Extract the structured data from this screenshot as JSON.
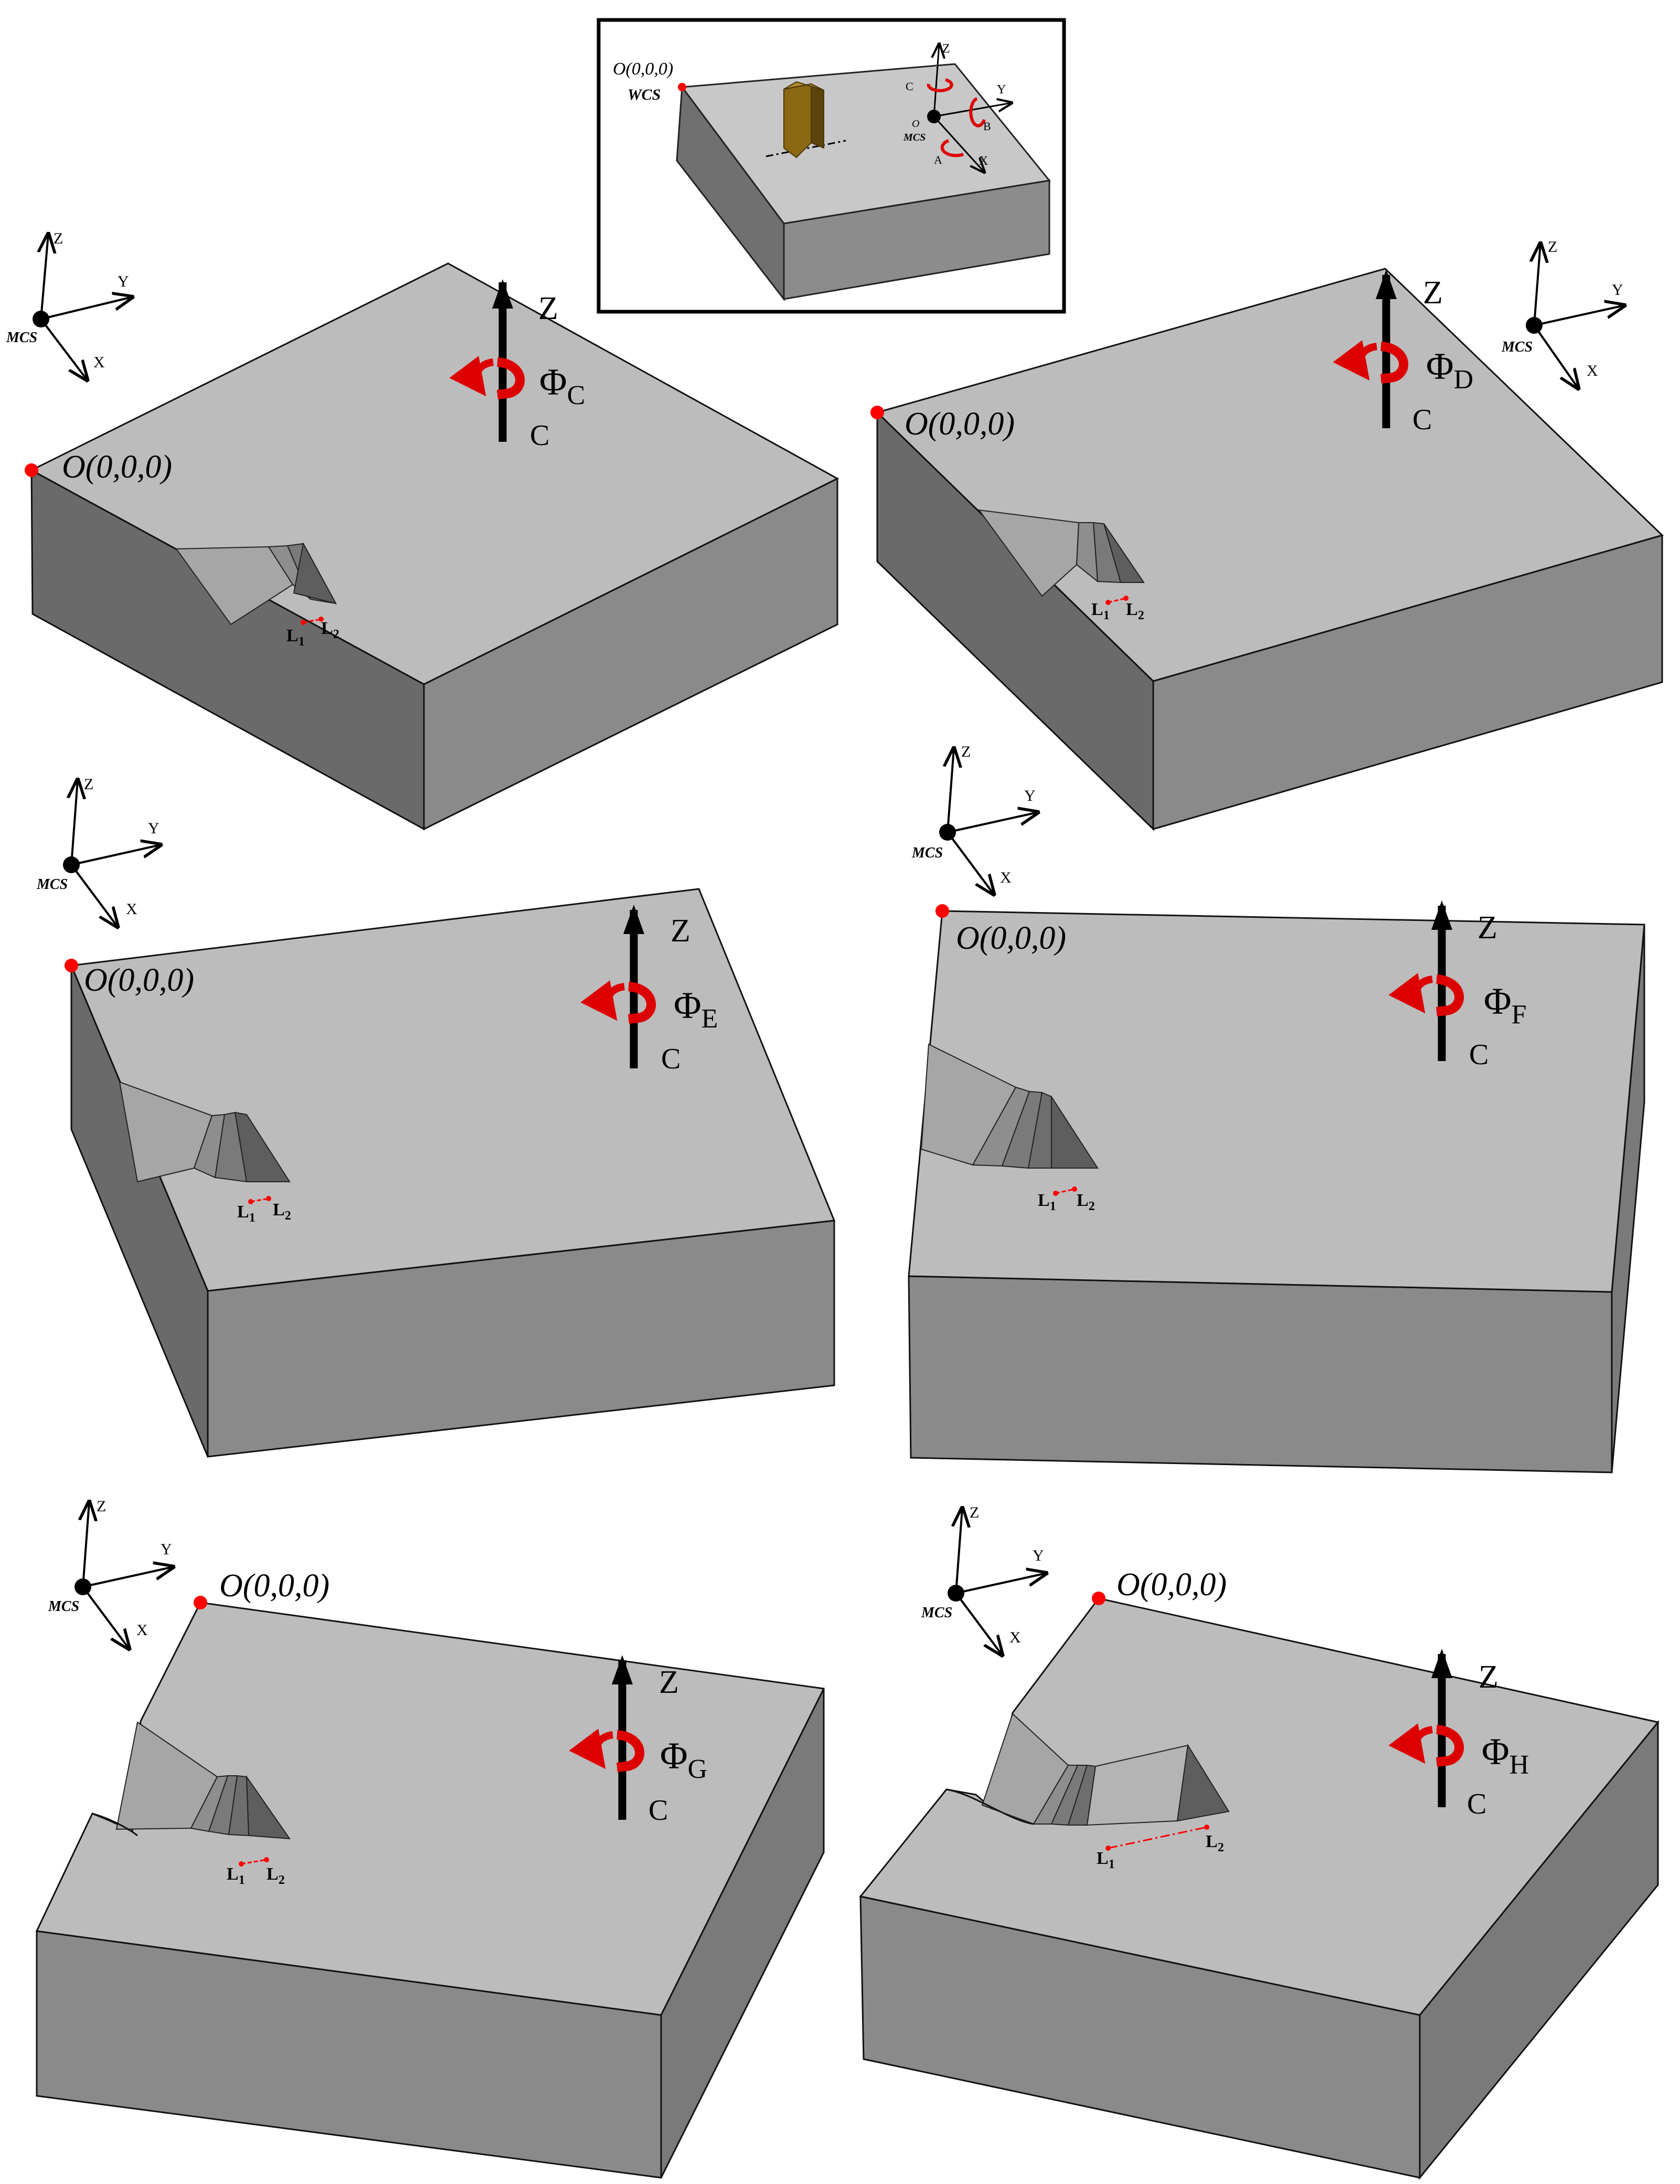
{
  "colors": {
    "top_face": "#bcbcbc",
    "left_face": "#6a6a6a",
    "front_face": "#8a8a8a",
    "edge": "#1a1a1a",
    "pocket_light": "#a8a8a8",
    "pocket_mid": "#8e8e8e",
    "pocket_dark": "#5e5e5e",
    "tool": "#8b6914",
    "tool_dark": "#5c4309",
    "accent_red": "#ff0000",
    "rotation_red": "#dd0000",
    "axis_black": "#000000"
  },
  "inset": {
    "origin_label": "O(0,0,0)",
    "wcs_label": "WCS",
    "mcs_label": "MCS",
    "mcs_origin_label": "O",
    "axes": {
      "z": "Z",
      "y": "Y",
      "x": "X"
    },
    "rotations": {
      "c": "C",
      "b": "B",
      "a": "A"
    }
  },
  "panels": [
    {
      "id": "C",
      "origin_label": "O(0,0,0)",
      "z_label": "Z",
      "phi_symbol": "Φ",
      "phi_sub": "C",
      "axis_label": "C",
      "l1_main": "L",
      "l1_sub": "1",
      "l2_main": "L",
      "l2_sub": "2",
      "mcs_label": "MCS",
      "mcs_axes": {
        "z": "Z",
        "y": "Y",
        "x": "X"
      }
    },
    {
      "id": "D",
      "origin_label": "O(0,0,0)",
      "z_label": "Z",
      "phi_symbol": "Φ",
      "phi_sub": "D",
      "axis_label": "C",
      "l1_main": "L",
      "l1_sub": "1",
      "l2_main": "L",
      "l2_sub": "2",
      "mcs_label": "MCS",
      "mcs_axes": {
        "z": "Z",
        "y": "Y",
        "x": "X"
      }
    },
    {
      "id": "E",
      "origin_label": "O(0,0,0)",
      "z_label": "Z",
      "phi_symbol": "Φ",
      "phi_sub": "E",
      "axis_label": "C",
      "l1_main": "L",
      "l1_sub": "1",
      "l2_main": "L",
      "l2_sub": "2",
      "mcs_label": "MCS",
      "mcs_axes": {
        "z": "Z",
        "y": "Y",
        "x": "X"
      }
    },
    {
      "id": "F",
      "origin_label": "O(0,0,0)",
      "z_label": "Z",
      "phi_symbol": "Φ",
      "phi_sub": "F",
      "axis_label": "C",
      "l1_main": "L",
      "l1_sub": "1",
      "l2_main": "L",
      "l2_sub": "2",
      "mcs_label": "MCS",
      "mcs_axes": {
        "z": "Z",
        "y": "Y",
        "x": "X"
      }
    },
    {
      "id": "G",
      "origin_label": "O(0,0,0)",
      "z_label": "Z",
      "phi_symbol": "Φ",
      "phi_sub": "G",
      "axis_label": "C",
      "l1_main": "L",
      "l1_sub": "1",
      "l2_main": "L",
      "l2_sub": "2",
      "mcs_label": "MCS",
      "mcs_axes": {
        "z": "Z",
        "y": "Y",
        "x": "X"
      }
    },
    {
      "id": "H",
      "origin_label": "O(0,0,0)",
      "z_label": "Z",
      "phi_symbol": "Φ",
      "phi_sub": "H",
      "axis_label": "C",
      "l1_main": "L",
      "l1_sub": "1",
      "l2_main": "L",
      "l2_sub": "2",
      "mcs_label": "MCS",
      "mcs_axes": {
        "z": "Z",
        "y": "Y",
        "x": "X"
      }
    }
  ]
}
